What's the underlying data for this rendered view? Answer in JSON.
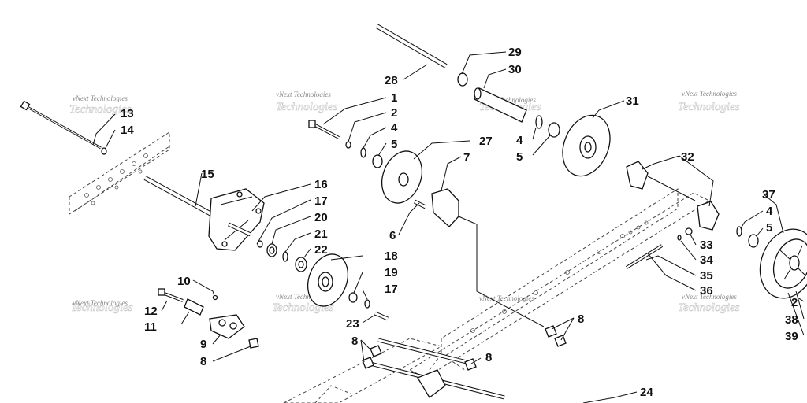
{
  "watermark": {
    "text": "vNext Technologies",
    "overlay": "Technologies"
  },
  "callouts": [
    {
      "id": "c1",
      "label": "1"
    },
    {
      "id": "c2",
      "label": "2"
    },
    {
      "id": "c4a",
      "label": "4"
    },
    {
      "id": "c5a",
      "label": "5"
    },
    {
      "id": "c27",
      "label": "27"
    },
    {
      "id": "c7",
      "label": "7"
    },
    {
      "id": "c6",
      "label": "6"
    },
    {
      "id": "c28",
      "label": "28"
    },
    {
      "id": "c29",
      "label": "29"
    },
    {
      "id": "c30",
      "label": "30"
    },
    {
      "id": "c31",
      "label": "31"
    },
    {
      "id": "c4b",
      "label": "4"
    },
    {
      "id": "c5b",
      "label": "5"
    },
    {
      "id": "c32",
      "label": "32"
    },
    {
      "id": "c37",
      "label": "37"
    },
    {
      "id": "c4c",
      "label": "4"
    },
    {
      "id": "c5c",
      "label": "5"
    },
    {
      "id": "c33",
      "label": "33"
    },
    {
      "id": "c34",
      "label": "34"
    },
    {
      "id": "c35",
      "label": "35"
    },
    {
      "id": "c36",
      "label": "36"
    },
    {
      "id": "c2b",
      "label": "2"
    },
    {
      "id": "c38",
      "label": "38"
    },
    {
      "id": "c39",
      "label": "39"
    },
    {
      "id": "c13",
      "label": "13"
    },
    {
      "id": "c14",
      "label": "14"
    },
    {
      "id": "c15",
      "label": "15"
    },
    {
      "id": "c16",
      "label": "16"
    },
    {
      "id": "c17a",
      "label": "17"
    },
    {
      "id": "c20",
      "label": "20"
    },
    {
      "id": "c21",
      "label": "21"
    },
    {
      "id": "c22",
      "label": "22"
    },
    {
      "id": "c18",
      "label": "18"
    },
    {
      "id": "c19",
      "label": "19"
    },
    {
      "id": "c17b",
      "label": "17"
    },
    {
      "id": "c10",
      "label": "10"
    },
    {
      "id": "c12",
      "label": "12"
    },
    {
      "id": "c11",
      "label": "11"
    },
    {
      "id": "c9",
      "label": "9"
    },
    {
      "id": "c8a",
      "label": "8"
    },
    {
      "id": "c23",
      "label": "23"
    },
    {
      "id": "c8b",
      "label": "8"
    },
    {
      "id": "c8c",
      "label": "8"
    },
    {
      "id": "c8d",
      "label": "8"
    },
    {
      "id": "c24",
      "label": "24"
    }
  ]
}
